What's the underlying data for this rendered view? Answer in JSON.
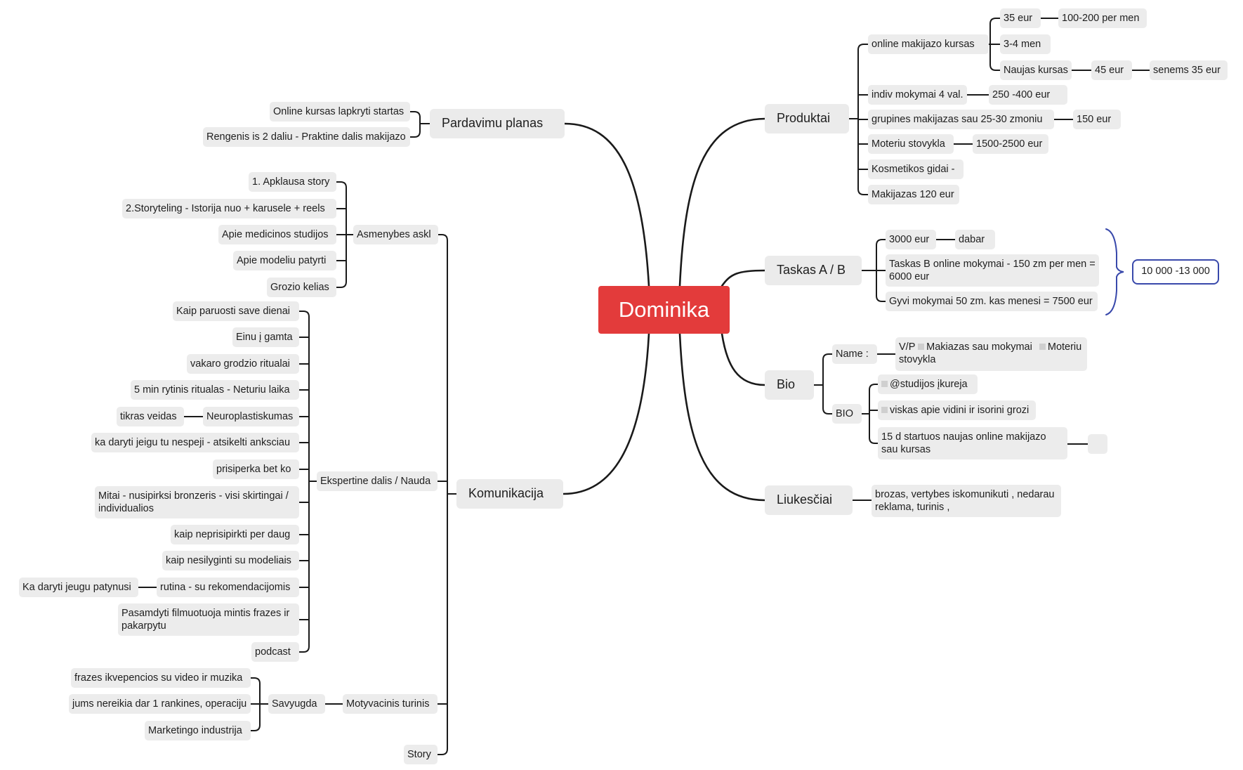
{
  "root": {
    "label": "Dominika",
    "color": "#e33b3b"
  },
  "colors": {
    "line": "#1a1a1a",
    "node_bg": "#ececec",
    "summary_border": "#3949ab"
  },
  "branches": {
    "produktai": {
      "label": "Produktai",
      "online_kursas": "online makijazo kursas",
      "kaina_35": "35 eur",
      "kaina_35_per_men": "100-200 per men",
      "trukme": "3-4 men",
      "naujas_kursas": "Naujas kursas",
      "naujas_kaina": "45 eur",
      "senems": "senems 35 eur",
      "indiv": "indiv mokymai 4 val.",
      "indiv_kaina": "250 -400 eur",
      "grupines": "grupines makijazas sau 25-30  zmoniu",
      "grupines_kaina": "150 eur",
      "stovykla": "Moteriu stovykla",
      "stovykla_kaina": "1500-2500 eur",
      "kosmetikos": "Kosmetikos gidai -",
      "makijazas": "Makijazas 120 eur"
    },
    "taskas": {
      "label": "Taskas A / B",
      "a_amount": "3000 eur",
      "a_now": "dabar",
      "b_online": "Taskas B online mokymai - 150 zm per men = 6000 eur",
      "b_gyvi": "Gyvi mokymai 50 zm. kas menesi = 7500 eur",
      "summary": "10 000 -13 000"
    },
    "bio": {
      "label": "Bio",
      "name_label": "Name :",
      "name_value_a": "V/P",
      "name_value_b": "Makiazas sau mokymai",
      "name_value_c": "Moteriu stovykla",
      "bio_label": "BIO",
      "bio_studijos": "@studijos įkureja",
      "bio_viskas": "viskas apie vidini ir isorini grozi",
      "bio_startuos": "15 d startuos naujas online makijazo sau kursas"
    },
    "liukesciai": {
      "label": "Liukesčiai",
      "text": "brozas, vertybes iskomunikuti , nedarau reklama, turinis ,"
    },
    "pardavimu": {
      "label": "Pardavimu planas",
      "online": "Online kursas lapkryti startas",
      "rengenis": "Rengenis is 2 daliu - Praktine dalis makijazo"
    },
    "komunikacija": {
      "label": "Komunikacija",
      "asmenybes": {
        "label": "Asmenybes askl",
        "items": [
          "1. Apklausa story",
          "2.Storyteling -  Istorija nuo + karusele + reels",
          "Apie medicinos studijos",
          "Apie modeliu patyrti",
          "Grozio kelias"
        ]
      },
      "ekspertine": {
        "label": "Ekspertine dalis / Nauda",
        "items": [
          "Kaip paruosti save dienai",
          "Einu į gamta",
          "vakaro grodzio ritualai",
          "5 min rytinis ritualas - Neturiu laika",
          "Neuroplastiskumas",
          "ka daryti jeigu tu nespeji - atsikelti anksciau",
          "prisiperka bet ko",
          "Mitai - nusipirksi bronzeris - visi skirtingai / individualios",
          "kaip neprisipirkti per daug",
          "kaip nesilyginti su modeliais",
          "rutina - su rekomendacijomis",
          "Pasamdyti filmuotuoja mintis frazes ir pakarpytu",
          "podcast"
        ],
        "tikras_veidas": "tikras veidas",
        "patynusi": "Ka daryti jeugu patynusi"
      },
      "motyvacinis": {
        "label": "Motyvacinis  turinis",
        "savyugda": "Savyugda",
        "items": [
          "frazes ikvepencios su video ir muzika",
          "jums nereikia dar 1 rankines, operaciju",
          "Marketingo industrija"
        ]
      },
      "story": "Story"
    }
  }
}
